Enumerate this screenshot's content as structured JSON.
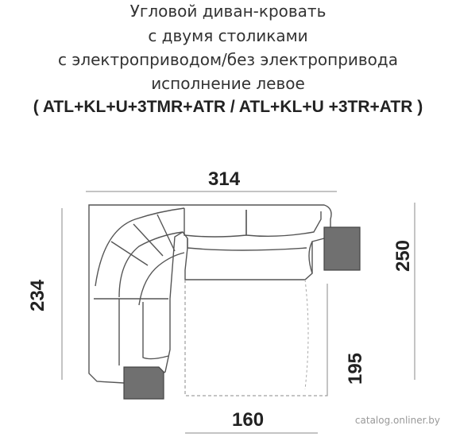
{
  "title": {
    "line1": "Угловой диван-кровать",
    "line2": "с двумя столиками",
    "line3": "с электроприводом/без электропривода",
    "line4": "исполнение  левое",
    "codes": "( ATL+KL+U+3TMR+ATR  / ATL+KL+U +3TR+ATR  )"
  },
  "dimensions": {
    "top_width": "314",
    "left_height": "234",
    "right_height": "250",
    "extension_depth": "195",
    "extension_width": "160"
  },
  "watermark": "catalog.onliner.by",
  "colors": {
    "outline": "#555555",
    "table_fill": "#707070",
    "dim_line": "#888888"
  }
}
